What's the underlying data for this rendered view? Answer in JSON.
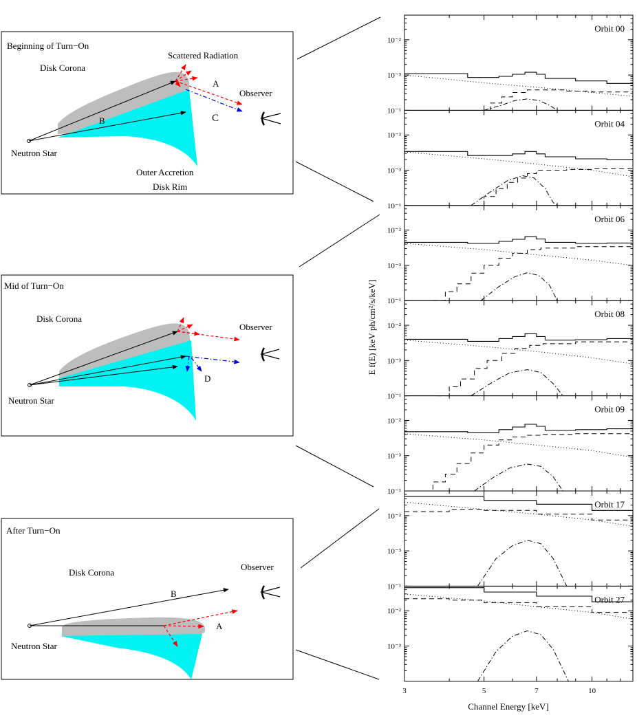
{
  "colors": {
    "corona": "#bdbdbd",
    "rim": "#00f2f2",
    "scatter_arrow": "#ff0000",
    "blocked_arrow": "#0000dd",
    "ink": "#000000"
  },
  "diagrams": [
    {
      "title": "Beginning of Turn−On",
      "corona": "Disk Corona",
      "scattered": "Scattered Radiation",
      "observer": "Observer",
      "label_a": "A",
      "label_b": "B",
      "label_c": "C",
      "neutron_star": "Neutron Star",
      "rim_line1": "Outer Accretion",
      "rim_line2": "Disk Rim"
    },
    {
      "title": "Mid of Turn−On",
      "corona": "Disk Corona",
      "observer": "Observer",
      "label_d": "D",
      "neutron_star": "Neutron Star"
    },
    {
      "title": "After Turn−On",
      "corona": "Disk Corona",
      "observer": "Observer",
      "label_b": "B",
      "label_a": "A",
      "neutron_star": "Neutron Star"
    }
  ],
  "icons": [
    "eye-icon",
    "neutron-star-icon"
  ],
  "chart_data": {
    "type": "line",
    "xlabel": "Channel Energy [keV]",
    "ylabel": "E f(E) [keV ph/cm²/s/keV]",
    "x_scale": "log",
    "y_scale": "log",
    "xlim": [
      3,
      13
    ],
    "x_ticks": [
      3,
      5,
      7,
      10
    ],
    "x_tick_labels": [
      "3",
      "5",
      "7",
      "10"
    ],
    "panels": [
      {
        "name": "Orbit 00",
        "ylim": [
          0.0001,
          0.05
        ],
        "y_ticks": [
          0.0001,
          0.001,
          0.01
        ],
        "y_tick_labels": [
          "10⁻¹",
          "10⁻³",
          "10⁻²"
        ],
        "total": [
          [
            3,
            0.0011
          ],
          [
            4.5,
            0.00085
          ],
          [
            5.5,
            0.00092
          ],
          [
            6.0,
            0.00105
          ],
          [
            6.5,
            0.0012
          ],
          [
            7.0,
            0.00105
          ],
          [
            7.4,
            0.0008
          ],
          [
            9,
            0.00068
          ],
          [
            11,
            0.00058
          ],
          [
            13,
            0.0005
          ]
        ],
        "continuum": [
          [
            3,
            0.001
          ],
          [
            5,
            0.0006
          ],
          [
            7,
            0.00045
          ],
          [
            10,
            0.00032
          ],
          [
            13,
            0.00025
          ]
        ],
        "absorbed": [
          [
            4.9,
            0.0001
          ],
          [
            5.2,
            0.00016
          ],
          [
            5.6,
            0.00024
          ],
          [
            6.0,
            0.00032
          ],
          [
            6.6,
            0.00038
          ],
          [
            7.2,
            0.00038
          ],
          [
            8.5,
            0.00035
          ],
          [
            10,
            0.00033
          ],
          [
            13,
            0.00032
          ]
        ],
        "line": [
          [
            5.0,
            0.0001
          ],
          [
            5.6,
            0.00014
          ],
          [
            6.1,
            0.00019
          ],
          [
            6.6,
            0.00021
          ],
          [
            7.1,
            0.00019
          ],
          [
            7.6,
            0.00014
          ],
          [
            8.0,
            0.0001
          ]
        ]
      },
      {
        "name": "Orbit 04",
        "ylim": [
          0.0001,
          0.05
        ],
        "y_ticks": [
          0.0001,
          0.001,
          0.01
        ],
        "y_tick_labels": [
          "10⁻¹",
          "10⁻³",
          "10⁻²"
        ],
        "total": [
          [
            3,
            0.0034
          ],
          [
            4.5,
            0.0026
          ],
          [
            5.5,
            0.0026
          ],
          [
            6.0,
            0.0029
          ],
          [
            6.5,
            0.0034
          ],
          [
            7.0,
            0.0029
          ],
          [
            7.4,
            0.0024
          ],
          [
            9,
            0.0021
          ],
          [
            11,
            0.002
          ],
          [
            13,
            0.0019
          ]
        ],
        "continuum": [
          [
            3,
            0.0033
          ],
          [
            5,
            0.0021
          ],
          [
            7,
            0.0015
          ],
          [
            10,
            0.001
          ],
          [
            13,
            0.00065
          ]
        ],
        "absorbed": [
          [
            4.7,
            0.0001
          ],
          [
            5.0,
            0.00018
          ],
          [
            5.4,
            0.0003
          ],
          [
            5.8,
            0.00045
          ],
          [
            6.2,
            0.0006
          ],
          [
            6.6,
            0.0008
          ],
          [
            7.0,
            0.001
          ],
          [
            8.5,
            0.00105
          ],
          [
            10,
            0.0011
          ],
          [
            13,
            0.0012
          ]
        ],
        "line": [
          [
            4.6,
            0.0001
          ],
          [
            5.2,
            0.00024
          ],
          [
            5.8,
            0.0005
          ],
          [
            6.4,
            0.0007
          ],
          [
            6.9,
            0.0006
          ],
          [
            7.4,
            0.0003
          ],
          [
            7.8,
            0.00012
          ],
          [
            8.0,
            0.0001
          ]
        ]
      },
      {
        "name": "Orbit 06",
        "ylim": [
          0.0001,
          0.05
        ],
        "y_ticks": [
          0.0001,
          0.001,
          0.01
        ],
        "y_tick_labels": [
          "10⁻¹",
          "10⁻³",
          "10⁻²"
        ],
        "total": [
          [
            3,
            0.0045
          ],
          [
            4.5,
            0.0042
          ],
          [
            5.5,
            0.0048
          ],
          [
            6.0,
            0.0055
          ],
          [
            6.5,
            0.0065
          ],
          [
            7.0,
            0.0056
          ],
          [
            7.4,
            0.0045
          ],
          [
            9,
            0.0042
          ],
          [
            11,
            0.0043
          ],
          [
            13,
            0.0042
          ]
        ],
        "continuum": [
          [
            3,
            0.0042
          ],
          [
            5,
            0.0028
          ],
          [
            7,
            0.002
          ],
          [
            10,
            0.0014
          ],
          [
            13,
            0.001
          ]
        ],
        "absorbed": [
          [
            3.6,
            0.0001
          ],
          [
            3.9,
            0.00018
          ],
          [
            4.2,
            0.0003
          ],
          [
            4.6,
            0.0006
          ],
          [
            5.0,
            0.001
          ],
          [
            5.5,
            0.0016
          ],
          [
            6.0,
            0.0022
          ],
          [
            6.6,
            0.0028
          ],
          [
            7.2,
            0.0031
          ],
          [
            9,
            0.0034
          ],
          [
            13,
            0.0036
          ]
        ],
        "line": [
          [
            4.9,
            0.0001
          ],
          [
            5.5,
            0.00025
          ],
          [
            6.1,
            0.00048
          ],
          [
            6.6,
            0.00062
          ],
          [
            7.1,
            0.00052
          ],
          [
            7.6,
            0.00028
          ],
          [
            8.0,
            0.0001
          ]
        ]
      },
      {
        "name": "Orbit 08",
        "ylim": [
          0.0001,
          0.05
        ],
        "y_ticks": [
          0.0001,
          0.001,
          0.01
        ],
        "y_tick_labels": [
          "10⁻¹",
          "10⁻³",
          "10⁻²"
        ],
        "total": [
          [
            3,
            0.004
          ],
          [
            4.5,
            0.0035
          ],
          [
            5.5,
            0.0042
          ],
          [
            6.0,
            0.0048
          ],
          [
            6.5,
            0.0058
          ],
          [
            7.0,
            0.0048
          ],
          [
            7.4,
            0.0038
          ],
          [
            9,
            0.0039
          ],
          [
            11,
            0.0042
          ],
          [
            13,
            0.0044
          ]
        ],
        "continuum": [
          [
            3,
            0.0038
          ],
          [
            5,
            0.0025
          ],
          [
            7,
            0.0018
          ],
          [
            10,
            0.0012
          ],
          [
            13,
            0.0008
          ]
        ],
        "absorbed": [
          [
            3.7,
            0.0001
          ],
          [
            4.0,
            0.00018
          ],
          [
            4.3,
            0.0003
          ],
          [
            4.7,
            0.0006
          ],
          [
            5.1,
            0.001
          ],
          [
            5.6,
            0.0016
          ],
          [
            6.1,
            0.0022
          ],
          [
            6.7,
            0.0027
          ],
          [
            7.3,
            0.003
          ],
          [
            9,
            0.0034
          ],
          [
            13,
            0.0037
          ]
        ],
        "line": [
          [
            4.6,
            0.0001
          ],
          [
            5.3,
            0.00025
          ],
          [
            5.9,
            0.00045
          ],
          [
            6.6,
            0.00055
          ],
          [
            7.2,
            0.00046
          ],
          [
            7.8,
            0.00022
          ],
          [
            8.3,
            0.0001
          ]
        ]
      },
      {
        "name": "Orbit 09",
        "ylim": [
          0.0001,
          0.05
        ],
        "y_ticks": [
          0.0001,
          0.001,
          0.01
        ],
        "y_tick_labels": [
          "10⁻¹",
          "10⁻³",
          "10⁻²"
        ],
        "total": [
          [
            3,
            0.0048
          ],
          [
            4.5,
            0.0045
          ],
          [
            5.5,
            0.0055
          ],
          [
            6.0,
            0.0065
          ],
          [
            6.5,
            0.0078
          ],
          [
            7.0,
            0.0068
          ],
          [
            7.4,
            0.0052
          ],
          [
            9,
            0.0055
          ],
          [
            11,
            0.0058
          ],
          [
            13,
            0.0056
          ]
        ],
        "continuum": [
          [
            3,
            0.0042
          ],
          [
            5,
            0.0028
          ],
          [
            7,
            0.002
          ],
          [
            10,
            0.0014
          ],
          [
            13,
            0.0009
          ]
        ],
        "absorbed": [
          [
            3.1,
            0.0001
          ],
          [
            3.4,
            0.0001
          ],
          [
            3.6,
            0.00018
          ],
          [
            3.9,
            0.0003
          ],
          [
            4.2,
            0.0006
          ],
          [
            4.6,
            0.0012
          ],
          [
            5.0,
            0.002
          ],
          [
            5.5,
            0.0028
          ],
          [
            6.0,
            0.0034
          ],
          [
            6.6,
            0.0038
          ],
          [
            7.2,
            0.004
          ],
          [
            9,
            0.0042
          ],
          [
            13,
            0.0043
          ]
        ],
        "line": [
          [
            4.7,
            0.0001
          ],
          [
            5.3,
            0.00024
          ],
          [
            5.9,
            0.00045
          ],
          [
            6.6,
            0.00058
          ],
          [
            7.2,
            0.0005
          ],
          [
            7.8,
            0.00025
          ],
          [
            8.3,
            0.0001
          ]
        ]
      },
      {
        "name": "Orbit 17",
        "ylim": [
          0.0001,
          0.05
        ],
        "y_ticks": [
          0.0001,
          0.001,
          0.01
        ],
        "y_tick_labels": [
          "10⁻¹",
          "10⁻³",
          "10⁻²"
        ],
        "total": [
          [
            3,
            0.035
          ],
          [
            5,
            0.027
          ],
          [
            7,
            0.021
          ],
          [
            10,
            0.014
          ],
          [
            13,
            0.0095
          ]
        ],
        "continuum": [
          [
            3,
            0.024
          ],
          [
            5,
            0.015
          ],
          [
            7,
            0.011
          ],
          [
            10,
            0.0075
          ],
          [
            13,
            0.005
          ]
        ],
        "absorbed": [
          [
            3,
            0.013
          ],
          [
            4,
            0.015
          ],
          [
            5,
            0.014
          ],
          [
            7,
            0.011
          ],
          [
            10,
            0.0075
          ],
          [
            13,
            0.0048
          ]
        ],
        "line": [
          [
            4.8,
            0.0001
          ],
          [
            5.4,
            0.0006
          ],
          [
            6.0,
            0.0014
          ],
          [
            6.6,
            0.002
          ],
          [
            7.2,
            0.0016
          ],
          [
            7.8,
            0.0006
          ],
          [
            8.5,
            0.0001
          ]
        ]
      },
      {
        "name": "Orbit 27",
        "ylim": [
          0.0001,
          0.05
        ],
        "y_ticks": [
          0.001,
          0.01
        ],
        "y_tick_labels": [
          "10⁻³",
          "10⁻²"
        ],
        "total": [
          [
            3,
            0.045
          ],
          [
            5,
            0.034
          ],
          [
            7,
            0.026
          ],
          [
            10,
            0.018
          ],
          [
            13,
            0.012
          ]
        ],
        "continuum": [
          [
            3,
            0.03
          ],
          [
            5,
            0.019
          ],
          [
            7,
            0.013
          ],
          [
            10,
            0.009
          ],
          [
            13,
            0.0058
          ]
        ],
        "absorbed": [
          [
            3,
            0.022
          ],
          [
            4,
            0.02
          ],
          [
            5,
            0.017
          ],
          [
            7,
            0.013
          ],
          [
            10,
            0.009
          ],
          [
            13,
            0.0058
          ]
        ],
        "line": [
          [
            4.8,
            0.0001
          ],
          [
            5.4,
            0.0007
          ],
          [
            6.0,
            0.0019
          ],
          [
            6.6,
            0.0027
          ],
          [
            7.2,
            0.0021
          ],
          [
            7.8,
            0.0008
          ],
          [
            8.6,
            0.0001
          ]
        ]
      }
    ]
  }
}
